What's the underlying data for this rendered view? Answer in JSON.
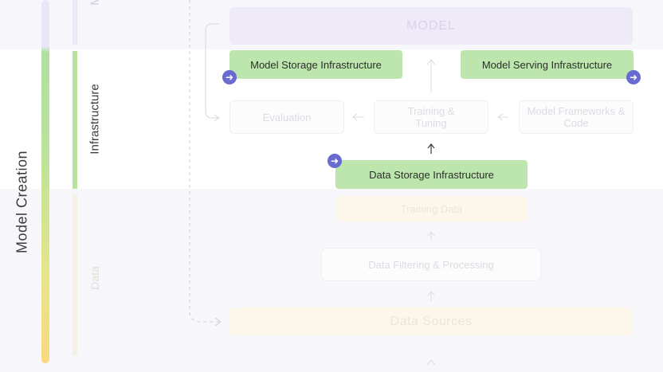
{
  "sidebar": {
    "label": "Model Creation"
  },
  "sections": {
    "model": "M",
    "infrastructure": "Infrastructure",
    "data": "Data"
  },
  "boxes": {
    "model": "MODEL",
    "model_storage": "Model Storage Infrastructure",
    "model_serving": "Model Serving Infrastructure",
    "evaluation": "Evaluation",
    "training_tuning": "Training & Tuning",
    "model_frameworks": "Model Frameworks & Code",
    "data_storage": "Data Storage Infrastructure",
    "training_data": "Training Data",
    "data_filtering": "Data Filtering & Processing",
    "data_sources": "Data Sources"
  },
  "colors": {
    "highlight": "#bde6ae",
    "connector_dot": "#6a6bd0",
    "model_band": "#efeaf8",
    "data_band": "#fcf7ea"
  },
  "icons": {
    "connector": "arrow-right-circle-icon",
    "flow": "arrow-icon"
  }
}
